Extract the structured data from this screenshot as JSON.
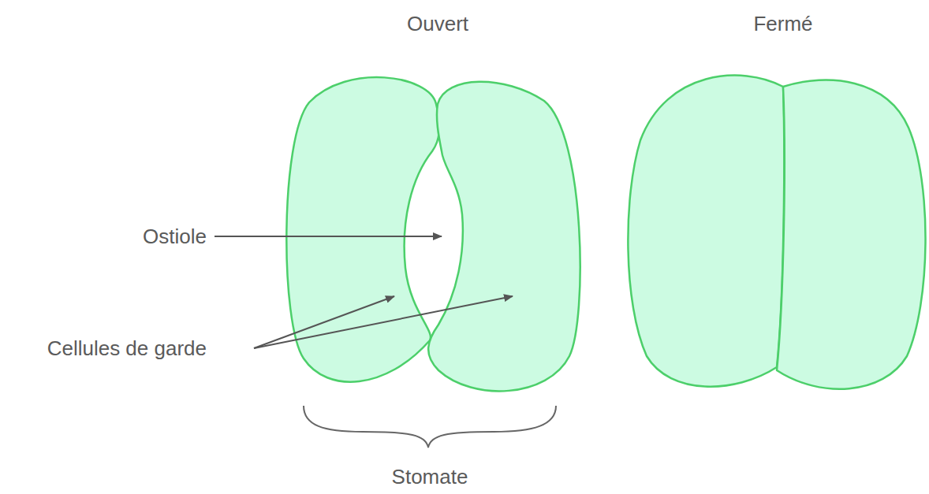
{
  "diagram": {
    "labels": [
      "Ouvert",
      "Fermé",
      "Ostiole",
      "Cellules de garde",
      "Stomate"
    ]
  }
}
